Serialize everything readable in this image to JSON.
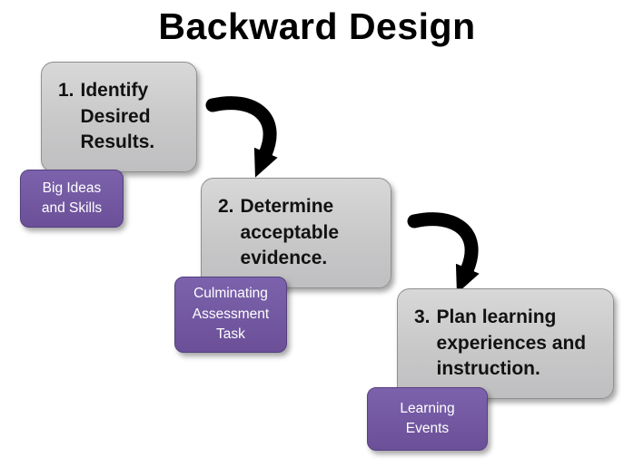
{
  "title": "Backward Design",
  "steps": [
    {
      "number": "1.",
      "text": "Identify Desired Results.",
      "tag": "Big Ideas\nand Skills"
    },
    {
      "number": "2.",
      "text": "Determine acceptable evidence.",
      "tag": "Culminating\nAssessment\nTask"
    },
    {
      "number": "3.",
      "text": "Plan learning experiences and instruction.",
      "tag": "Learning\nEvents"
    }
  ],
  "icons": {
    "flow_arrow": "curved-arrow-icon"
  },
  "colors": {
    "background": "#ffffff",
    "title_text": "#000000",
    "step_box_fill": "#c9c9ca",
    "step_box_border": "#8f8f8f",
    "step_text": "#121212",
    "tag_fill": "#6f559c",
    "tag_border": "#55407e",
    "tag_text": "#ffffff",
    "arrow": "#000000"
  }
}
